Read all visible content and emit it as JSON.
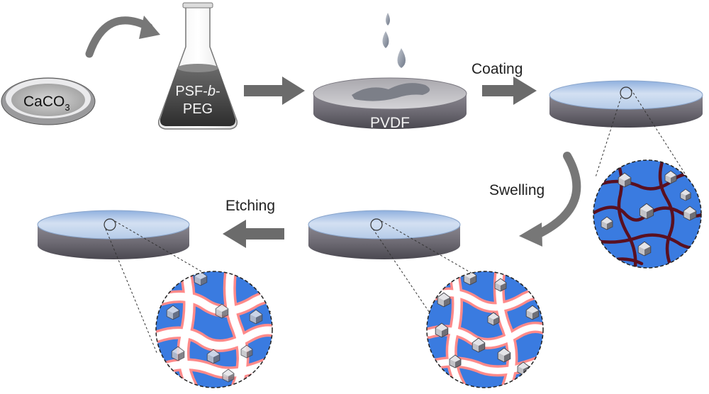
{
  "labels": {
    "dish": "CaCO",
    "dish_sub": "3",
    "flask_line1_a": "PSF-",
    "flask_line1_b": "b",
    "flask_line1_c": "-",
    "flask_line2": "PEG",
    "substrate": "PVDF",
    "step_coating": "Coating",
    "step_swelling": "Swelling",
    "step_etching": "Etching"
  },
  "colors": {
    "arrow": "#6b6b6b",
    "disc_top": "#c8d8ee",
    "disc_side": "#5d5b62",
    "matrix_blue": "#3a7be0",
    "polymer_chain": "#5a1020",
    "swollen_fiber": "#f4d8d8",
    "particle": "#b9b9bd"
  },
  "icons": [
    "curved-arrow-icon",
    "straight-arrow-icon",
    "droplet-icon",
    "octahedron-particle-icon",
    "magnifier-circle-icon"
  ]
}
